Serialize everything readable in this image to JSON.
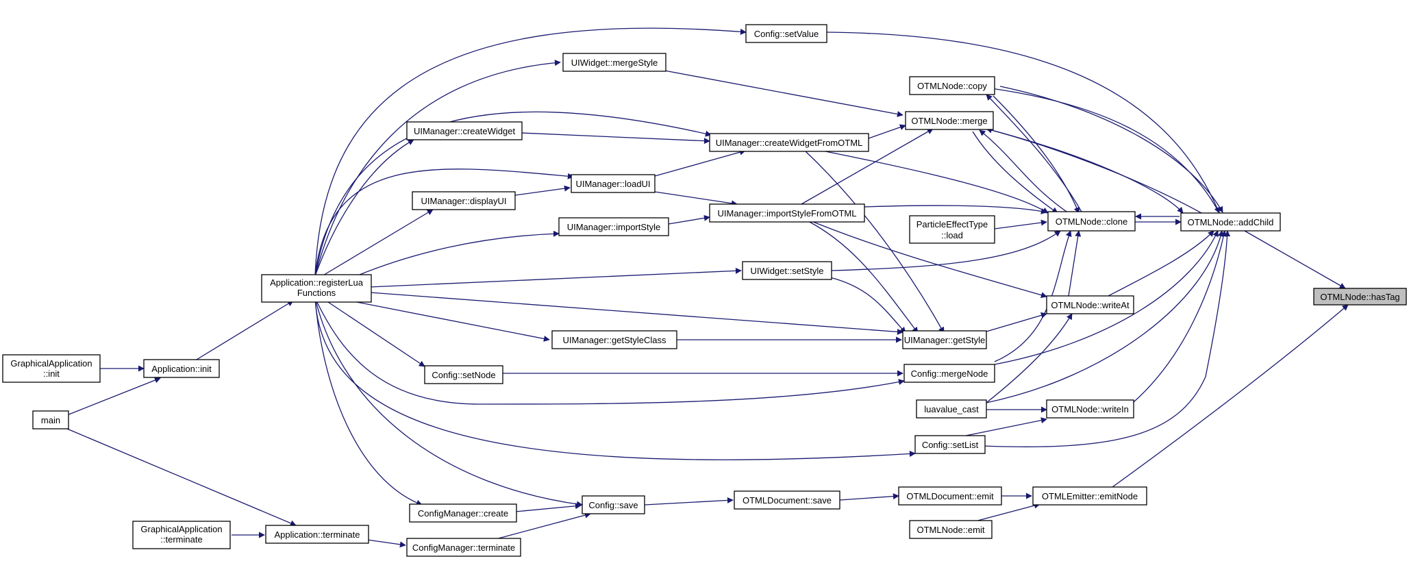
{
  "edge_color": "#191970",
  "focus_fill": "#bfbfbf",
  "nodes": {
    "hasTag": "OTMLNode::hasTag",
    "addChild": "OTMLNode::addChild",
    "emitNode": "OTMLEmitter::emitNode",
    "copy": "OTMLNode::copy",
    "merge": "OTMLNode::merge",
    "clone": "OTMLNode::clone",
    "writeAt": "OTMLNode::writeAt",
    "mergeNode": "Config::mergeNode",
    "luavalueCast": "luavalue_cast",
    "writeIn": "OTMLNode::writeIn",
    "setList": "Config::setList",
    "docEmit": "OTMLDocument::emit",
    "nodeEmit": "OTMLNode::emit",
    "setValue": "Config::setValue",
    "mergeStyle": "UIWidget::mergeStyle",
    "createWidgetFromOTML": "UIManager::createWidgetFromOTML",
    "createWidget": "UIManager::createWidget",
    "loadUI": "UIManager::loadUI",
    "displayUI": "UIManager::displayUI",
    "importStyleFromOTML": "UIManager::importStyleFromOTML",
    "importStyle": "UIManager::importStyle",
    "particleLine1": "ParticleEffectType",
    "particleLine2": "::load",
    "setStyle": "UIWidget::setStyle",
    "getStyle": "UIManager::getStyle",
    "getStyleClass": "UIManager::getStyleClass",
    "setNode": "Config::setNode",
    "configSave": "Config::save",
    "docSave": "OTMLDocument::save",
    "cmCreate": "ConfigManager::create",
    "cmTerminate": "ConfigManager::terminate",
    "registerLine1": "Application::registerLua",
    "registerLine2": "Functions",
    "appInit": "Application::init",
    "gaInitLine1": "GraphicalApplication",
    "gaInitLine2": "::init",
    "main": "main",
    "appTerminate": "Application::terminate",
    "gaTermLine1": "GraphicalApplication",
    "gaTermLine2": "::terminate"
  }
}
